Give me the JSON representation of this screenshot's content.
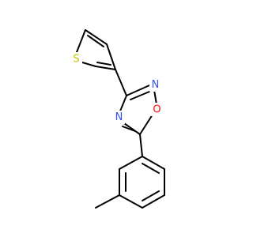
{
  "molecule": {
    "atoms": {
      "s": {
        "symbol": "S",
        "color": "#c7c700"
      },
      "n_top": {
        "symbol": "N",
        "color": "#3050f8"
      },
      "o": {
        "symbol": "O",
        "color": "#ff0d0d"
      },
      "n_left": {
        "symbol": "N",
        "color": "#3050f8"
      }
    }
  }
}
